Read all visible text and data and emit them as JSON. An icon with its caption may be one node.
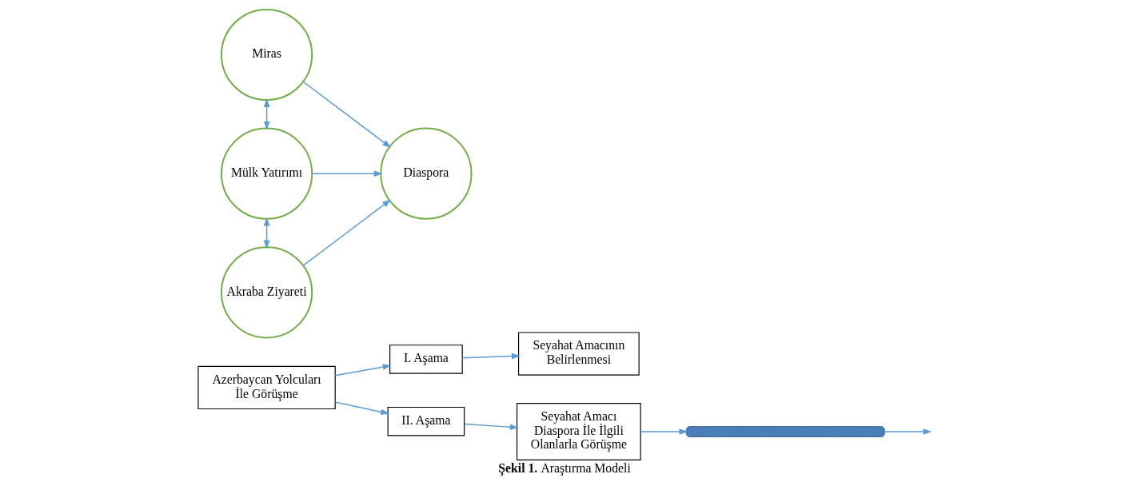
{
  "diagram": {
    "caption": "**Şekil 1.** Araştırma Modeli",
    "nodes": [
      {
        "text": [
          "Azerbaycan Yolcuları İle Görüşme"
        ]
      },
      {
        "text": [
          "I. Aşama"
        ]
      },
      {
        "text": [
          "Seyahat Amacının Belirlenmesi"
        ]
      },
      {
        "text": [
          "II. Aşama"
        ]
      },
      {
        "text": [
          "Seyahat Amacı Diaspora İle İlgili Olanlarla Görüşme"
        ]
      },
      {
        "text": [],
        "shape": "arc"
      },
      {
        "text": [
          "Mülk Yatırımı"
        ]
      },
      {
        "text": [
          "Miras"
        ]
      },
      {
        "text": [
          "Akraba Ziyareti"
        ]
      },
      {
        "text": [
          "Diaspora"
        ]
      }
    ],
    "edges": [
      {
        "from": 0,
        "to": 1,
        "arrow": "to"
      },
      {
        "from": 0,
        "to": 3,
        "arrow": "to"
      },
      {
        "from": 1,
        "to": 2,
        "arrow": "to"
      },
      {
        "from": 3,
        "to": 4,
        "arrow": "to"
      },
      {
        "from": 4,
        "to": 5,
        "arrow": "to"
      },
      {
        "from": 5,
        "to": null,
        "arrow": "to"
      },
      {
        "from": 7,
        "to": 6,
        "arrow": "both"
      },
      {
        "from": 6,
        "to": 8,
        "arrow": "both"
      },
      {
        "from": 6,
        "to": 9,
        "arrow": "to"
      },
      {
        "from": 7,
        "to": 9,
        "arrow": "to"
      },
      {
        "from": 8,
        "to": 9,
        "arrow": "to"
      }
    ]
  }
}
